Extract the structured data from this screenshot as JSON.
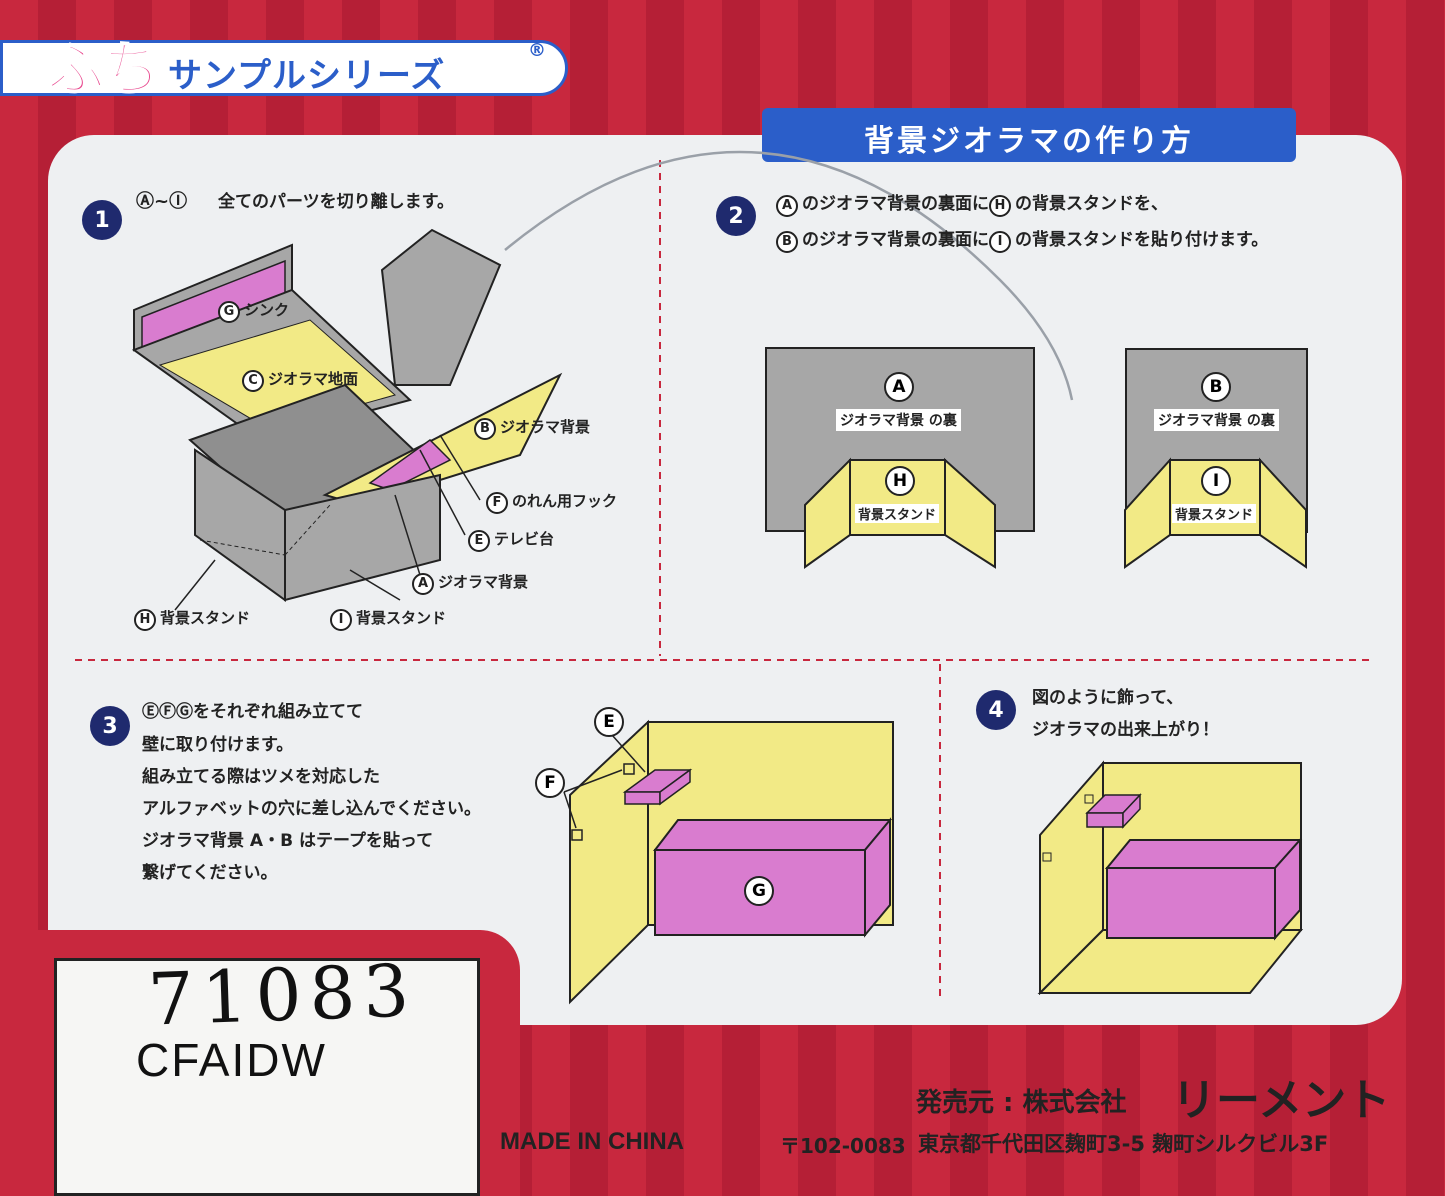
{
  "brand": {
    "puchi": "ぷち",
    "series": "サンプルシリーズ",
    "registered": "®"
  },
  "header_title": "背景ジオラマの作り方",
  "steps": [
    {
      "number": "1",
      "circle": "Ⓐ~Ⓘ",
      "text": "全てのパーツを切り離します。",
      "labels": {
        "G": "G",
        "G_text": "シンク",
        "C": "C",
        "C_text": "ジオラマ地面",
        "B": "B",
        "B_text": "ジオラマ背景",
        "F": "F",
        "F_text": "のれん用フック",
        "E": "E",
        "E_text": "テレビ台",
        "A": "A",
        "A_text": "ジオラマ背景",
        "H": "H",
        "H_text": "背景スタンド",
        "I": "I",
        "I_text": "背景スタンド"
      }
    },
    {
      "number": "2",
      "line1_a": "A",
      "line1_text1": "のジオラマ背景の裏面に",
      "line1_b": "H",
      "line1_text2": "の背景スタンドを、",
      "line2_a": "B",
      "line2_text1": "のジオラマ背景の裏面に",
      "line2_b": "I",
      "line2_text2": "の背景スタンドを貼り付けます。",
      "panels": [
        {
          "letter": "A",
          "back": "ジオラマ背景 の裏",
          "stand_letter": "H",
          "stand": "背景スタンド"
        },
        {
          "letter": "B",
          "back": "ジオラマ背景 の裏",
          "stand_letter": "I",
          "stand": "背景スタンド"
        }
      ]
    },
    {
      "number": "3",
      "circles": "ⒺⒻⒼ",
      "lines": [
        "をそれぞれ組み立てて",
        "壁に取り付けます。",
        "組み立てる際はツメを対応した",
        "アルファベットの穴に差し込んでください。",
        "ジオラマ背景 A・B はテープを貼って",
        "繋げてください。"
      ],
      "label_E": "E",
      "label_F": "F",
      "label_G": "G"
    },
    {
      "number": "4",
      "lines": [
        "図のように飾って、",
        "ジオラマの出来上がり！"
      ]
    }
  ],
  "code_box": {
    "handwritten": "71083",
    "code": "CFAIDW"
  },
  "footer": {
    "made_in": "MADE IN CHINA",
    "seller_label": "発売元 : 株式会社",
    "company": "リーメント",
    "postal": "〒102-0083",
    "address": "東京都千代田区麹町3-5 麹町シルクビル3F"
  },
  "colors": {
    "box_red": "#c8283e",
    "yellow": "#f2ea86",
    "pink": "#d97ccf",
    "gray": "#a7a7a7",
    "navy": "#1f2a6e",
    "blue_banner": "#2b5ec9"
  }
}
